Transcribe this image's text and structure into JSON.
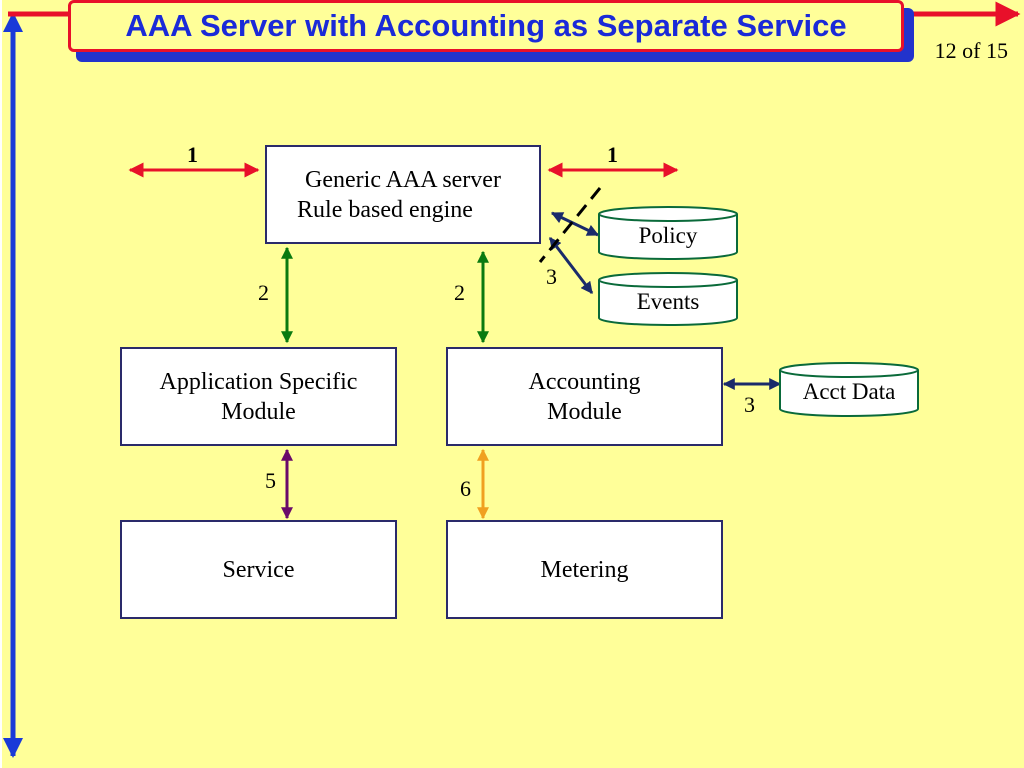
{
  "title": "AAA Server with Accounting as Separate Service",
  "page_number": "12 of 15",
  "boxes": {
    "aaa_server": {
      "line1": "Generic AAA server",
      "line2": "Rule based engine"
    },
    "app_module": {
      "line1": "Application Specific",
      "line2": "Module"
    },
    "acct_module": {
      "line1": "Accounting",
      "line2": "Module"
    },
    "service": "Service",
    "metering": "Metering"
  },
  "databases": {
    "policy": "Policy",
    "events": "Events",
    "acct_data": "Acct Data"
  },
  "labels": {
    "left_top": "1",
    "right_top": "1",
    "left_mid": "2",
    "right_mid": "2",
    "policy_events": "3",
    "acct_data": "3",
    "app_service": "5",
    "acct_metering": "6"
  },
  "colors": {
    "background": "#ffff99",
    "title_text": "#1a2ad8",
    "title_border": "#e8102a",
    "arrow_red": "#e8102a",
    "arrow_blue": "#1a3ad8",
    "arrow_green": "#0a7a10",
    "arrow_navy": "#1a2a6a",
    "arrow_purple": "#6a0a6a",
    "arrow_orange": "#f0a020"
  }
}
